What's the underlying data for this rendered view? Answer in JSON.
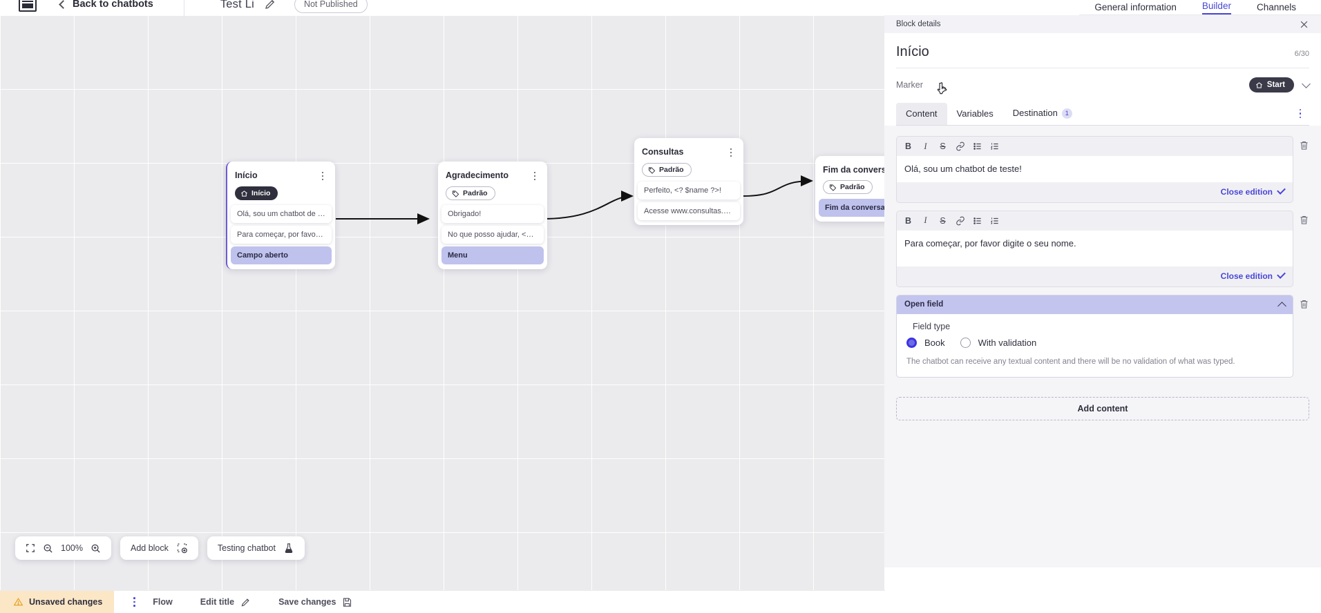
{
  "header": {
    "logo_icon": "app-logo-icon",
    "back_label": "Back to chatbots",
    "bot_title": "Test Li",
    "edit_icon": "pencil-icon",
    "publish_status": "Not Published"
  },
  "canvas": {
    "zoom_level": "100%",
    "nodes": [
      {
        "id": "inicio",
        "title": "Início",
        "tag": {
          "label": "Início",
          "style": "dark",
          "icon": "home-icon"
        },
        "selected": true,
        "rows": [
          {
            "text": "Olá, sou um chatbot de teste!",
            "highlight": false
          },
          {
            "text": "Para começar, por favor digite o ...",
            "highlight": false
          },
          {
            "text": "Campo aberto",
            "highlight": true
          }
        ]
      },
      {
        "id": "agradecimento",
        "title": "Agradecimento",
        "tag": {
          "label": "Padrão",
          "style": "outline",
          "icon": "tag-icon"
        },
        "selected": false,
        "rows": [
          {
            "text": "Obrigado!",
            "highlight": false
          },
          {
            "text": "No que posso ajudar, <? $name ...",
            "highlight": false
          },
          {
            "text": "Menu",
            "highlight": true
          }
        ]
      },
      {
        "id": "consultas",
        "title": "Consultas",
        "tag": {
          "label": "Padrão",
          "style": "outline",
          "icon": "tag-icon"
        },
        "selected": false,
        "rows": [
          {
            "text": "Perfeito, <? $name ?>!",
            "highlight": false
          },
          {
            "text": "Acesse www.consultas.com par...",
            "highlight": false
          }
        ]
      },
      {
        "id": "fim",
        "title": "Fim da conversa",
        "tag": {
          "label": "Padrão",
          "style": "outline",
          "icon": "tag-icon"
        },
        "selected": false,
        "rows": [
          {
            "text": "Fim da conversa",
            "highlight": true
          }
        ]
      }
    ]
  },
  "toolbar": {
    "fullscreen_icon": "fullscreen-icon",
    "zoom_out_icon": "zoom-out-icon",
    "zoom_in_icon": "zoom-in-icon",
    "zoom_value": "100%",
    "add_block_label": "Add block",
    "add_block_icon": "add-block-icon",
    "testing_label": "Testing chatbot",
    "testing_icon": "flask-icon"
  },
  "statusbar": {
    "unsaved_label": "Unsaved changes",
    "warning_icon": "warning-triangle-icon",
    "kebab_icon": "kebab-menu-icon",
    "flow_label": "Flow",
    "edit_title_label": "Edit title",
    "edit_title_icon": "pencil-icon",
    "save_label": "Save changes",
    "save_icon": "save-disk-icon"
  },
  "right_panel": {
    "top_tabs": [
      {
        "label": "General information",
        "active": false
      },
      {
        "label": "Builder",
        "active": true
      },
      {
        "label": "Channels",
        "active": false
      }
    ],
    "subheader": {
      "label": "Block details",
      "close_icon": "close-icon"
    },
    "block_title": "Início",
    "char_count": "6/30",
    "marker_label": "Marker",
    "marker_value": "Start",
    "marker_icon": "home-icon",
    "content_tabs": [
      {
        "label": "Content",
        "active": true,
        "badge": null
      },
      {
        "label": "Variables",
        "active": false,
        "badge": null
      },
      {
        "label": "Destination",
        "active": false,
        "badge": "1"
      }
    ],
    "tabs_kebab_icon": "kebab-menu-icon",
    "editor_tools": [
      {
        "name": "bold-icon",
        "glyph": "B"
      },
      {
        "name": "italic-icon",
        "glyph": "I"
      },
      {
        "name": "strikethrough-icon",
        "glyph": "S"
      },
      {
        "name": "link-icon",
        "glyph": "link"
      },
      {
        "name": "bulleted-list-icon",
        "glyph": "ul"
      },
      {
        "name": "numbered-list-icon",
        "glyph": "ol"
      }
    ],
    "editors": [
      {
        "text": "Olá, sou um chatbot de teste!",
        "close_label": "Close edition"
      },
      {
        "text": "Para começar, por favor digite o seu nome.",
        "close_label": "Close edition"
      }
    ],
    "open_field": {
      "title": "Open field",
      "field_type_label": "Field type",
      "options": [
        {
          "label": "Book",
          "selected": true
        },
        {
          "label": "With validation",
          "selected": false
        }
      ],
      "description": "The chatbot can receive any textual content and there will be no validation of what was typed."
    },
    "add_content_label": "Add content"
  },
  "colors": {
    "accent": "#4a46d6",
    "highlight_row": "#bfc2ec",
    "unsaved_bg": "#fbe7c6",
    "node_dark_tag": "#2f2f3d"
  }
}
